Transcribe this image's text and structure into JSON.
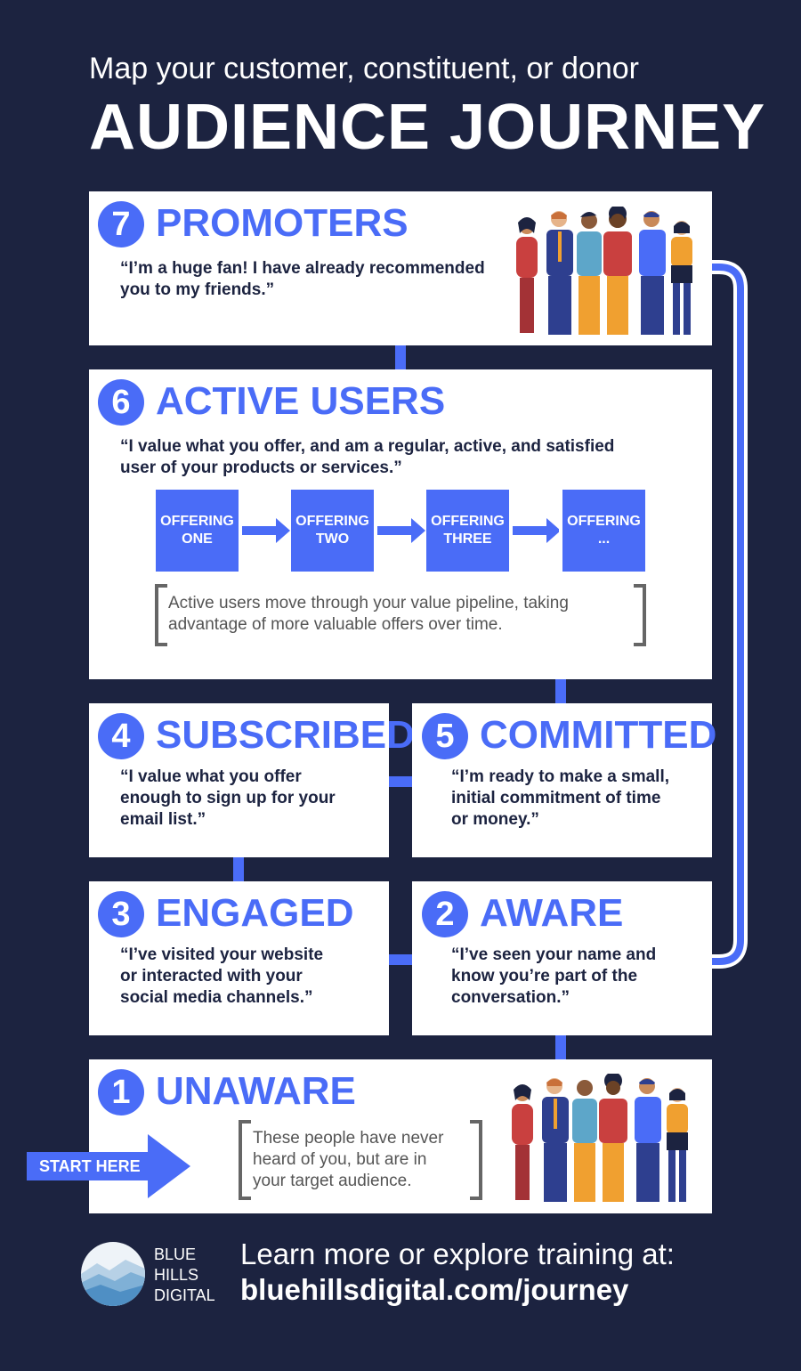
{
  "header": {
    "subtitle": "Map your customer, constituent, or donor",
    "title": "AUDIENCE JOURNEY"
  },
  "stages": {
    "promoters": {
      "number": "7",
      "name": "PROMOTERS",
      "quote_1": "“I’m a huge fan! I have already recommended",
      "quote_2": "you to my friends.”"
    },
    "active": {
      "number": "6",
      "name": "ACTIVE USERS",
      "quote_1": "“I value what you offer, and am a regular, active, and satisfied",
      "quote_2": "user of your products or services.”",
      "offerings": [
        {
          "line1": "OFFERING",
          "line2": "ONE"
        },
        {
          "line1": "OFFERING",
          "line2": "TWO"
        },
        {
          "line1": "OFFERING",
          "line2": "THREE"
        },
        {
          "line1": "OFFERING",
          "line2": "..."
        }
      ],
      "note_1": "Active users move through your value pipeline, taking",
      "note_2": "advantage of more valuable offers over time."
    },
    "subscribed": {
      "number": "4",
      "name": "SUBSCRIBED",
      "quote_1": "“I value what you offer",
      "quote_2": "enough to sign up for your",
      "quote_3": "email list.”"
    },
    "committed": {
      "number": "5",
      "name": "COMMITTED",
      "quote_1": "“I’m ready to make a small,",
      "quote_2": "initial commitment of time",
      "quote_3": "or money.”"
    },
    "engaged": {
      "number": "3",
      "name": "ENGAGED",
      "quote_1": "“I’ve visited your website",
      "quote_2": "or interacted with your",
      "quote_3": "social media channels.”"
    },
    "aware": {
      "number": "2",
      "name": "AWARE",
      "quote_1": "“I’ve seen your name and",
      "quote_2": "know you’re part of the",
      "quote_3": "conversation.”"
    },
    "unaware": {
      "number": "1",
      "name": "UNAWARE",
      "note_1": "These people have never",
      "note_2": "heard of you, but are in",
      "note_3": "your target audience."
    }
  },
  "start_label": "START HERE",
  "footer": {
    "brand_1": "BLUE",
    "brand_2": "HILLS",
    "brand_3": "DIGITAL",
    "learn": "Learn more or explore training at:",
    "url": "bluehillsdigital.com/journey"
  },
  "colors": {
    "background": "#1c2340",
    "accent": "#4a6cf7",
    "card": "#ffffff"
  }
}
